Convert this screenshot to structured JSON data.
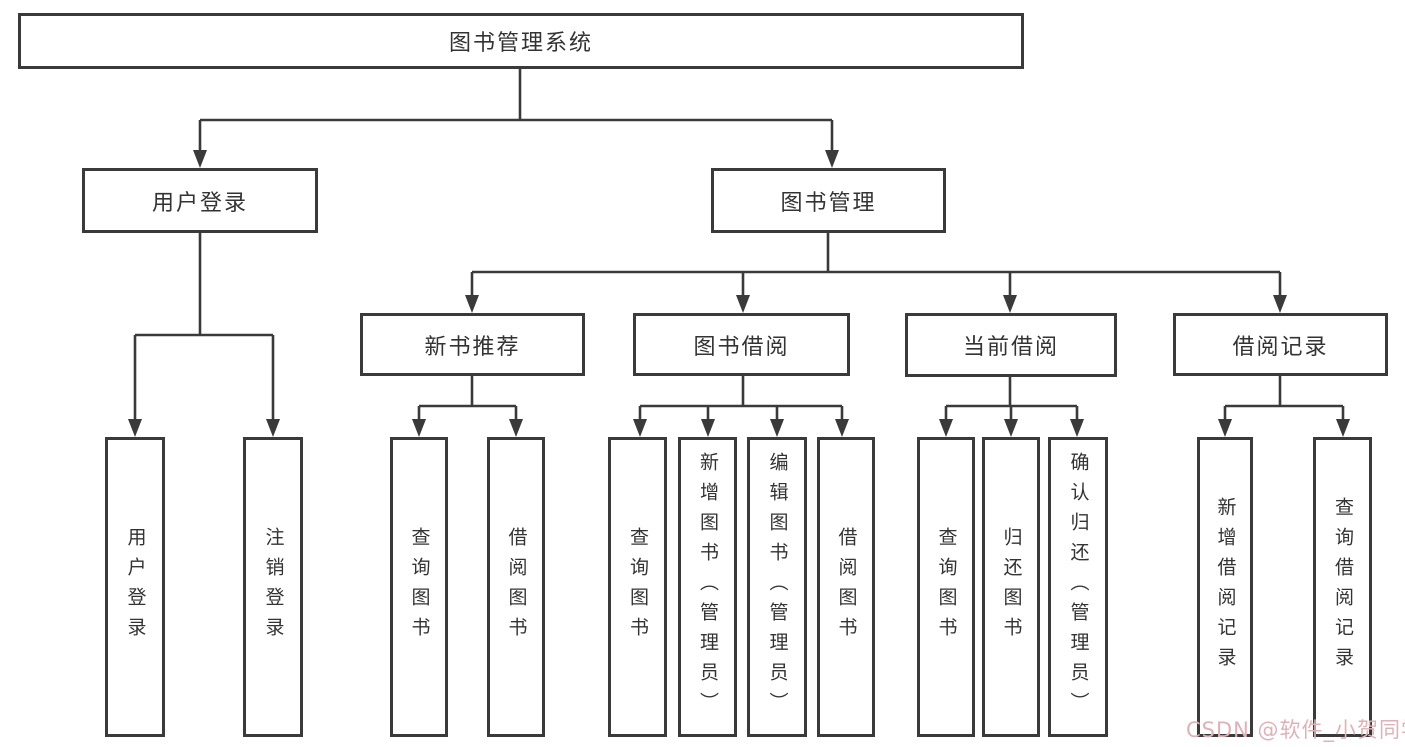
{
  "nodes": {
    "root": "图书管理系统",
    "user_login": "用户登录",
    "book_management": "图书管理",
    "new_book_recommend": "新书推荐",
    "book_borrowing": "图书借阅",
    "current_borrowing": "当前借阅",
    "borrowing_records": "借阅记录",
    "leaf_user_login": "用户登录",
    "leaf_logout_login": "注销登录",
    "recommend_query_book": "查询图书",
    "recommend_borrow_book": "借阅图书",
    "borrowing_query_book": "查询图书",
    "borrowing_add_book": "新增图书（管理员）",
    "borrowing_edit_book": "编辑图书（管理员）",
    "borrowing_borrow_book": "借阅图书",
    "current_query_book": "查询图书",
    "current_return_book": "归还图书",
    "current_confirm_return": "确认归还（管理员）",
    "records_add_record": "新增借阅记录",
    "records_query_record": "查询借阅记录"
  },
  "hierarchy": {
    "label": "图书管理系统",
    "children": [
      {
        "label": "用户登录",
        "children": [
          {
            "label": "用户登录"
          },
          {
            "label": "注销登录"
          }
        ]
      },
      {
        "label": "图书管理",
        "children": [
          {
            "label": "新书推荐",
            "children": [
              {
                "label": "查询图书"
              },
              {
                "label": "借阅图书"
              }
            ]
          },
          {
            "label": "图书借阅",
            "children": [
              {
                "label": "查询图书"
              },
              {
                "label": "新增图书（管理员）"
              },
              {
                "label": "编辑图书（管理员）"
              },
              {
                "label": "借阅图书"
              }
            ]
          },
          {
            "label": "当前借阅",
            "children": [
              {
                "label": "查询图书"
              },
              {
                "label": "归还图书"
              },
              {
                "label": "确认归还（管理员）"
              }
            ]
          },
          {
            "label": "借阅记录",
            "children": [
              {
                "label": "新增借阅记录"
              },
              {
                "label": "查询借阅记录"
              }
            ]
          }
        ]
      }
    ]
  },
  "watermark": {
    "text": "CSDN @软件_小贺同学",
    "color": "#ddb2b8"
  },
  "colors": {
    "line": "#3a3a3a",
    "box_border": "#3a3a3a",
    "text": "#333333",
    "background": "#ffffff"
  }
}
